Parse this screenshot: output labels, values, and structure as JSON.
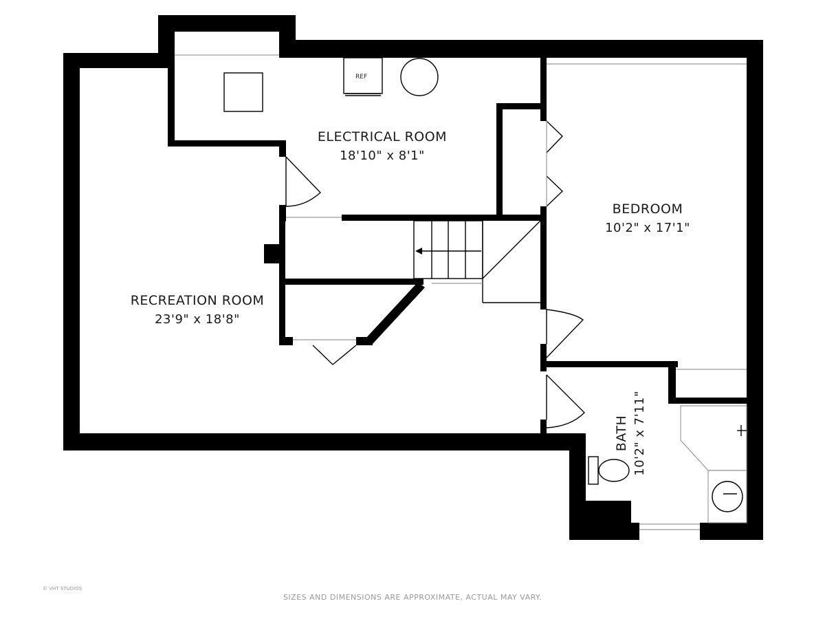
{
  "rooms": {
    "electrical": {
      "name": "ELECTRICAL ROOM",
      "dims": "18'10\" x 8'1\""
    },
    "bedroom": {
      "name": "BEDROOM",
      "dims": "10'2\" x 17'1\""
    },
    "recreation": {
      "name": "RECREATION ROOM",
      "dims": "23'9\" x 18'8\""
    },
    "bath": {
      "name": "BATH",
      "dims": "10'2\" x 7'11\""
    }
  },
  "fixtures": {
    "refrigerator": "REF"
  },
  "footer": {
    "disclaimer": "SIZES AND DIMENSIONS ARE APPROXIMATE, ACTUAL MAY VARY.",
    "copyright": "© VHT STUDIOS"
  }
}
